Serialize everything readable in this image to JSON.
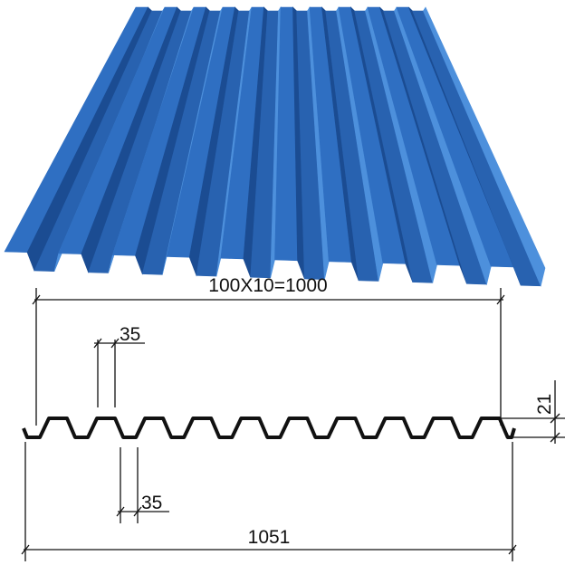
{
  "colors": {
    "sheet_top": "#2f6fc2",
    "sheet_slope_dark": "#1b4c92",
    "sheet_bottom": "#2862b0",
    "sheet_slope_light": "#4d90dc",
    "line": "#111111"
  },
  "profile": {
    "rib_count": 10
  },
  "dimensions": {
    "cover_width": "100X10=1000",
    "top_rib_width": "35",
    "bottom_pan_width": "35",
    "total_width": "1051",
    "height": "21"
  }
}
